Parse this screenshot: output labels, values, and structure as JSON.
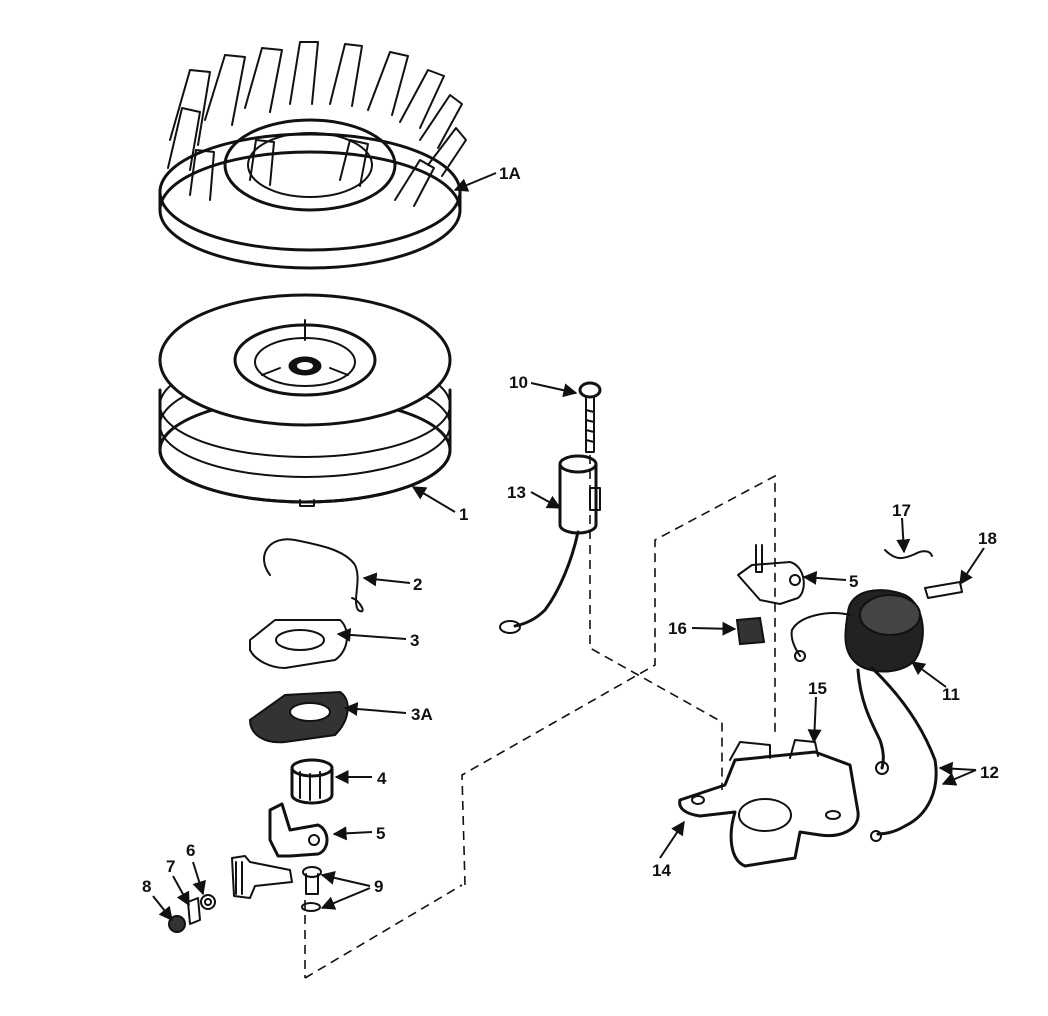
{
  "callouts": {
    "c_1a": "1A",
    "c_1": "1",
    "c_2": "2",
    "c_3": "3",
    "c_3a": "3A",
    "c_4": "4",
    "c_5_lower": "5",
    "c_6": "6",
    "c_7": "7",
    "c_8": "8",
    "c_9": "9",
    "c_10": "10",
    "c_13": "13",
    "c_5_upper": "5",
    "c_16": "16",
    "c_17": "17",
    "c_18": "18",
    "c_11": "11",
    "c_12": "12",
    "c_15": "15",
    "c_14": "14"
  },
  "colors": {
    "ink": "#111111",
    "paper": "#ffffff"
  }
}
